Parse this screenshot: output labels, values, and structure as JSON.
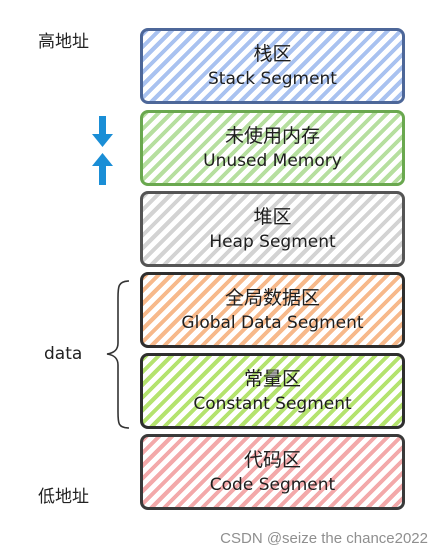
{
  "left_labels": {
    "high_address": "高地址",
    "low_address": "低地址",
    "data": "data"
  },
  "segments": [
    {
      "cn": "栈区",
      "en": "Stack Segment",
      "color": "#a9c2f0"
    },
    {
      "cn": "未使用内存",
      "en": "Unused Memory",
      "color": "#b6df9f"
    },
    {
      "cn": "堆区",
      "en": "Heap Segment",
      "color": "#d3d3d3"
    },
    {
      "cn": "全局数据区",
      "en": "Global Data Segment",
      "color": "#f7b98b"
    },
    {
      "cn": "常量区",
      "en": "Constant Segment",
      "color": "#b4e36e"
    },
    {
      "cn": "代码区",
      "en": "Code Segment",
      "color": "#f3a9aa"
    }
  ],
  "arrow_color": "#1a8ed6",
  "watermark": "CSDN @seize the chance2022"
}
